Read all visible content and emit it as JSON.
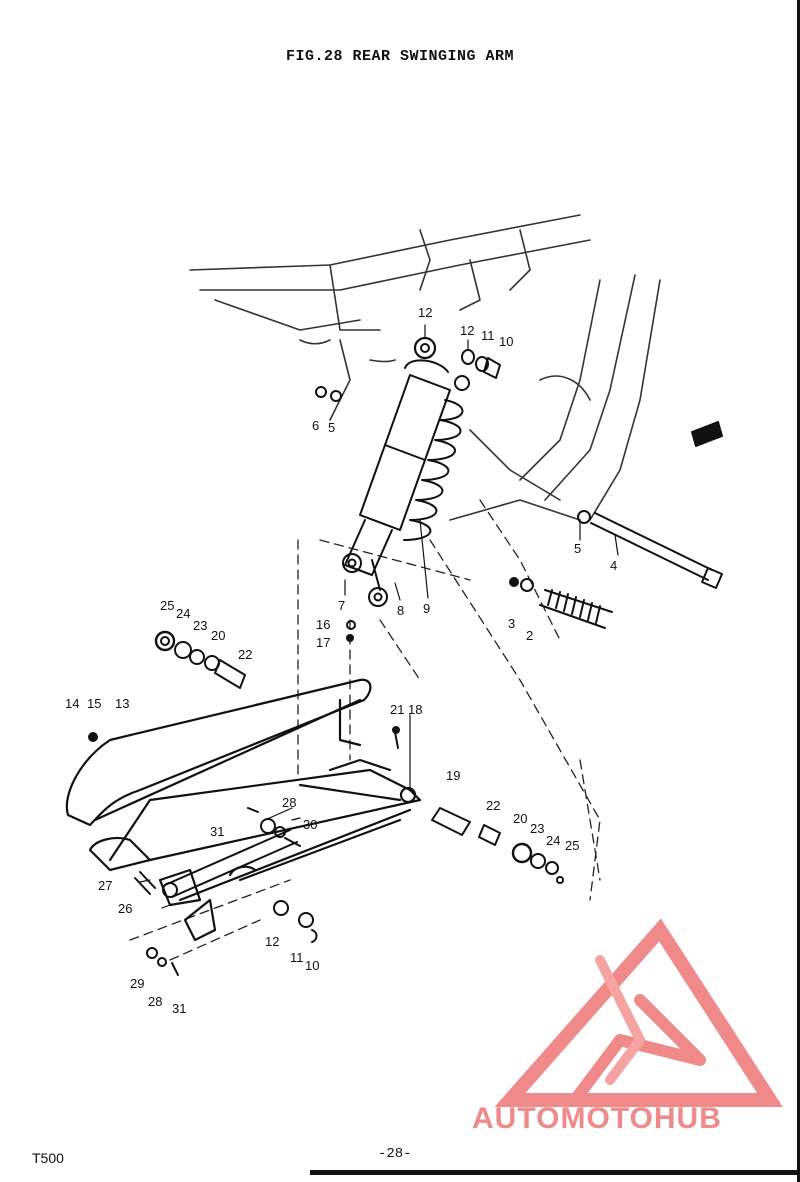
{
  "title": "FIG.28  REAR SWINGING ARM",
  "footer": {
    "model": "T500",
    "page": "-28-"
  },
  "watermark": {
    "brand": "AUTOMOTOHUB",
    "color_light": "#f7c97a",
    "color_mid": "#f08a8a",
    "color_dark": "#555555"
  },
  "callouts": [
    "12",
    "12",
    "11",
    "10",
    "6",
    "5",
    "7",
    "8",
    "9",
    "5",
    "4",
    "3",
    "2",
    "16",
    "17",
    "25",
    "24",
    "23",
    "20",
    "22",
    "14",
    "15",
    "13",
    "21",
    "18",
    "19",
    "22",
    "20",
    "23",
    "24",
    "25",
    "28",
    "31",
    "30",
    "27",
    "26",
    "12",
    "11",
    "10",
    "29",
    "28",
    "31"
  ]
}
